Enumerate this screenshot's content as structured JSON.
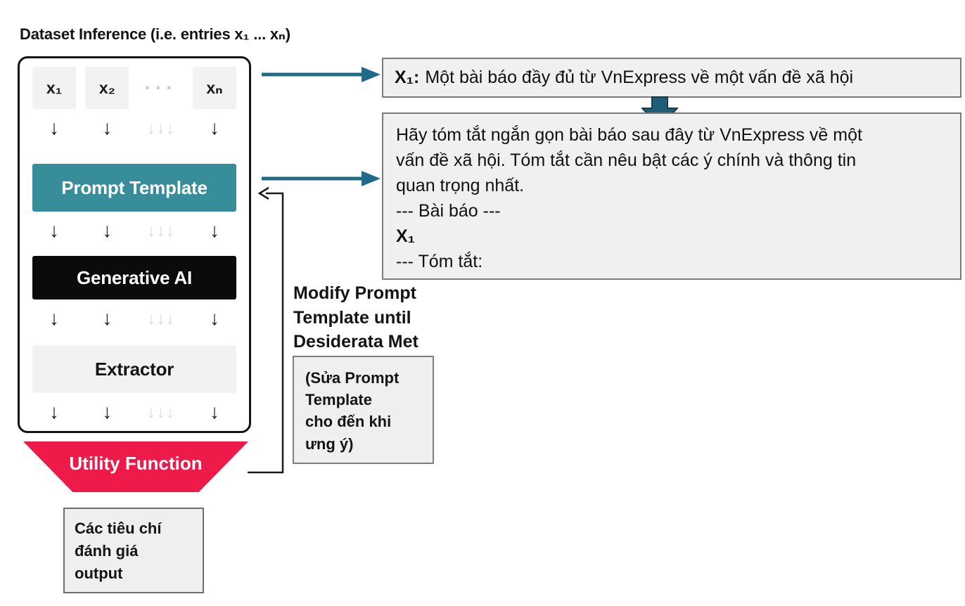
{
  "diagram": {
    "title": "Dataset Inference (i.e. entries x₁ ... xₙ)",
    "pipeline": {
      "entries": [
        "x₁",
        "x₂",
        "xₙ"
      ],
      "dots": "···",
      "down_arrow": "↓",
      "stages": {
        "prompt_template": "Prompt Template",
        "generative_ai": "Generative AI",
        "extractor": "Extractor",
        "utility_function": "Utility Function"
      }
    },
    "annotations": {
      "example_entry": {
        "label": "X₁:",
        "text": "Một bài báo đầy đủ từ VnExpress về một vấn đề xã hội"
      },
      "prompt_example": {
        "intro": "Hãy tóm tắt ngắn gọn bài báo sau đây từ VnExpress về một\nvấn đề xã hội. Tóm tắt cần nêu bật các ý chính và thông tin\nquan trọng nhất.",
        "delimiter_article": "--- Bài báo ---",
        "variable": "X₁",
        "delimiter_summary": "--- Tóm tắt:"
      },
      "modify_note_en": "Modify Prompt\nTemplate until\nDesiderata Met",
      "modify_note_vi": "(Sửa Prompt\nTemplate\ncho đến khi\nưng ý)",
      "utility_note_vi": "Các tiêu chí\nđánh giá\noutput"
    },
    "colors": {
      "stage_teal": "#388d9a",
      "stage_black": "#0b0b0b",
      "stage_gray": "#f2f2f2",
      "utility_red": "#ee1a49",
      "arrow_teal": "#1e6a88",
      "block_arrow_fill": "#205d79",
      "block_arrow_stroke": "#133c4e",
      "annotation_bg": "#f0f0f0",
      "annotation_border": "#7a7a7a",
      "light_arrow_gray": "#dcdcdc"
    }
  }
}
